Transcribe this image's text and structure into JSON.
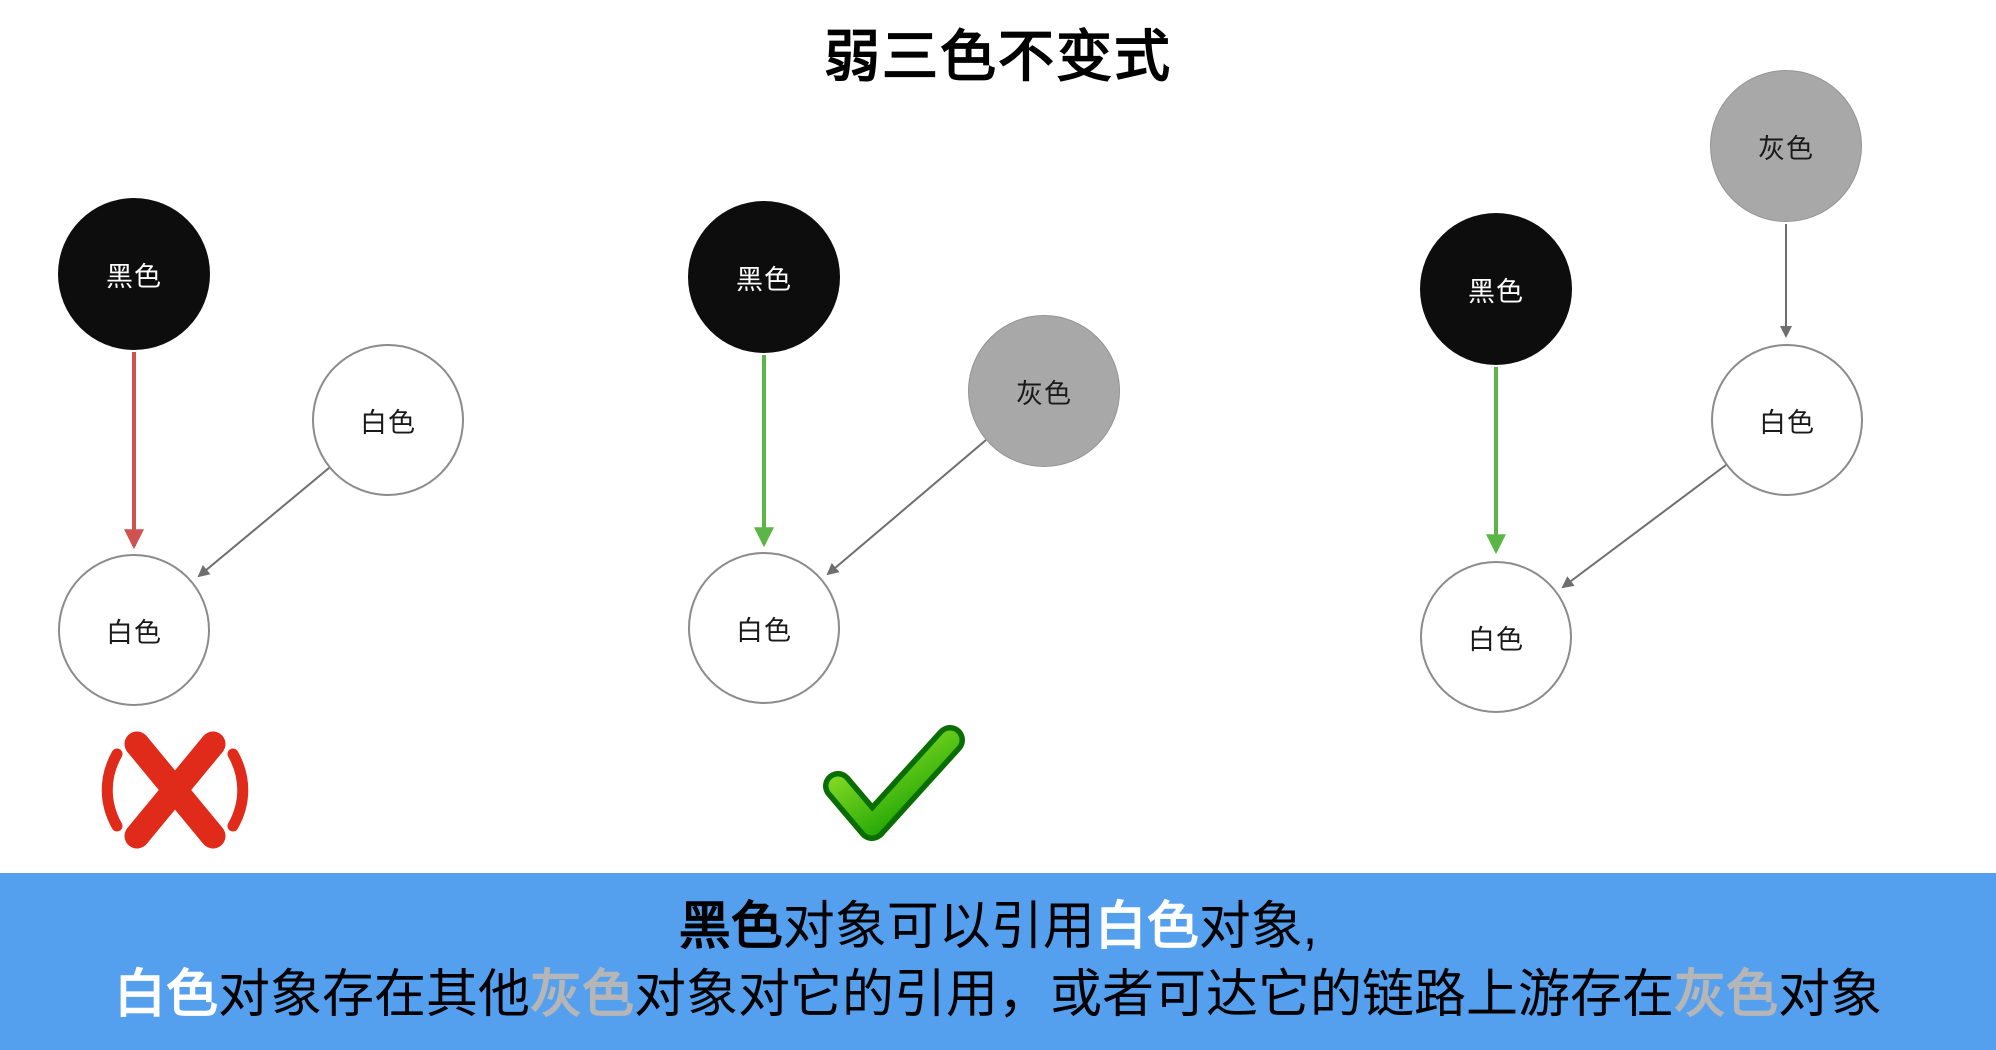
{
  "title": "弱三色不变式",
  "diagrams": [
    {
      "id": "left-invalid-case",
      "verdict": "invalid",
      "nodes": [
        {
          "label": "黑色",
          "color": "black"
        },
        {
          "label": "白色",
          "color": "white"
        },
        {
          "label": "白色",
          "color": "white"
        }
      ],
      "edges": [
        {
          "from": 0,
          "to": 2,
          "style": "red"
        },
        {
          "from": 1,
          "to": 2,
          "style": "gray"
        }
      ]
    },
    {
      "id": "middle-valid-case",
      "verdict": "valid",
      "nodes": [
        {
          "label": "黑色",
          "color": "black"
        },
        {
          "label": "灰色",
          "color": "gray"
        },
        {
          "label": "白色",
          "color": "white"
        }
      ],
      "edges": [
        {
          "from": 0,
          "to": 2,
          "style": "green"
        },
        {
          "from": 1,
          "to": 2,
          "style": "gray"
        }
      ]
    },
    {
      "id": "right-valid-case",
      "verdict": "valid",
      "nodes": [
        {
          "label": "灰色",
          "color": "gray"
        },
        {
          "label": "黑色",
          "color": "black"
        },
        {
          "label": "白色",
          "color": "white"
        },
        {
          "label": "白色",
          "color": "white"
        }
      ],
      "edges": [
        {
          "from": 0,
          "to": 2,
          "style": "gray"
        },
        {
          "from": 1,
          "to": 3,
          "style": "green"
        },
        {
          "from": 2,
          "to": 3,
          "style": "gray"
        }
      ]
    }
  ],
  "banner": {
    "line1": [
      {
        "text": "黑色",
        "style": "black-bold"
      },
      {
        "text": "对象可以引用",
        "style": "normal"
      },
      {
        "text": "白色",
        "style": "white-bold"
      },
      {
        "text": "对象,",
        "style": "normal"
      }
    ],
    "line2": [
      {
        "text": "白色",
        "style": "white-bold"
      },
      {
        "text": "对象存在其他",
        "style": "normal"
      },
      {
        "text": "灰色",
        "style": "gray-bold"
      },
      {
        "text": "对象对它的引用，或者可达它的链路上游存在",
        "style": "normal"
      },
      {
        "text": "灰色",
        "style": "gray-bold"
      },
      {
        "text": "对象",
        "style": "normal"
      }
    ]
  },
  "colors": {
    "black_node": "#0d0d0d",
    "gray_node": "#a8a8a8",
    "white_node": "#ffffff",
    "red_edge": "#d15151",
    "green_edge": "#5cb547",
    "gray_edge": "#6e6e6e",
    "banner_bg": "#54a0ef"
  }
}
